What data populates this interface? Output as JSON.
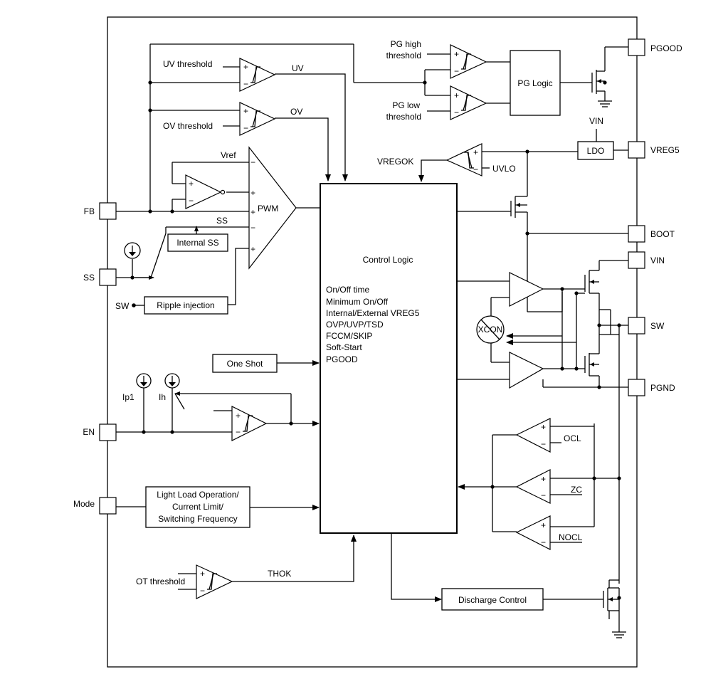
{
  "pins": {
    "pgood": "PGOOD",
    "vreg5": "VREG5",
    "boot": "BOOT",
    "vin": "VIN",
    "sw": "SW",
    "pgnd": "PGND",
    "fb": "FB",
    "ss": "SS",
    "en": "EN",
    "mode": "Mode"
  },
  "labels": {
    "uv_threshold": "UV threshold",
    "uv": "UV",
    "ov_threshold": "OV threshold",
    "ov": "OV",
    "vref": "Vref",
    "pwm": "PWM",
    "ss_label": "SS",
    "pg_high_1": "PG high",
    "pg_high_2": "threshold",
    "pg_low_1": "PG low",
    "pg_low_2": "threshold",
    "vin_top": "VIN",
    "vregok": "VREGOK",
    "uvlo": "UVLO",
    "sw_in": "SW",
    "ip1": "Ip1",
    "ih": "Ih",
    "ot_threshold": "OT threshold",
    "thok": "THOK",
    "ocl": "OCL",
    "zc": "ZC",
    "nocl": "NOCL",
    "xcon": "XCON",
    "plus": "+",
    "minus": "−"
  },
  "blocks": {
    "pg_logic": "PG Logic",
    "ldo": "LDO",
    "internal_ss": "Internal SS",
    "ripple_injection": "Ripple injection",
    "one_shot": "One Shot",
    "light_load_1": "Light Load Operation/",
    "light_load_2": "Current Limit/",
    "light_load_3": "Switching Frequency",
    "discharge_control": "Discharge Control",
    "control_logic": "Control Logic"
  },
  "control_logic_items": [
    "On/Off time",
    "Minimum On/Off",
    "Internal/External VREG5",
    "OVP/UVP/TSD",
    "FCCM/SKIP",
    "Soft-Start",
    "PGOOD"
  ]
}
